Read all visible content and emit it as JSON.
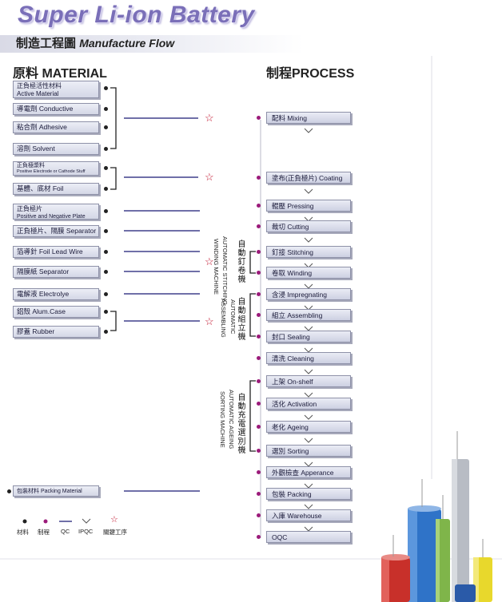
{
  "title": "Super Li-ion Battery",
  "subtitle": {
    "cn": "制造工程圖",
    "en": "Manufacture Flow"
  },
  "headers": {
    "material": "原料 MATERIAL",
    "process": "制程PROCESS"
  },
  "materials": [
    {
      "l1": "正負極活性材料",
      "l2": "Active Material"
    },
    {
      "l1": "導電劑 Conductive",
      "l2": ""
    },
    {
      "l1": "粘合劑 Adhesive",
      "l2": ""
    },
    {
      "l1": "溶劑 Solvent",
      "l2": ""
    },
    {
      "l1": "正負極漿料",
      "l2": "Positive Electrode or Cathode Stuff"
    },
    {
      "l1": "基體、底材 Foil",
      "l2": ""
    },
    {
      "l1": "正負極片",
      "l2": "Positive and Negative Plate"
    },
    {
      "l1": "正負極片、隔膜 Separator",
      "l2": ""
    },
    {
      "l1": "箔導針 Foil Lead Wire",
      "l2": ""
    },
    {
      "l1": "隔膜紙 Separator",
      "l2": ""
    },
    {
      "l1": "電解液 Electrolye",
      "l2": ""
    },
    {
      "l1": "鋁殼 Alum.Case",
      "l2": ""
    },
    {
      "l1": "膠蓋 Rubber",
      "l2": ""
    },
    {
      "l1": "包裝材料 Packing Material",
      "l2": ""
    }
  ],
  "processes": [
    "配料 Mixing",
    "塗布(正負極片) Coating",
    "輥壓 Pressing",
    "裁切 Cutting",
    "釘接 Stitching",
    "卷取 Winding",
    "含浸 Impregnating",
    "組立 Assembling",
    "封口 Sealing",
    "清洗 Cleaning",
    "上架 On-shelf",
    "活化 Activation",
    "老化 Ageing",
    "選別 Sorting",
    "外觀檢查 Apperance",
    "包裝 Packing",
    "入庫 Warehouse",
    "OQC"
  ],
  "machines": [
    {
      "cn": "自動釘卷機",
      "en1": "AUTOMATIC STITCHING",
      "en2": "WINDING MACHINE"
    },
    {
      "cn": "自動組立機",
      "en1": "AUTOMATIC",
      "en2": "ASSEMBLING"
    },
    {
      "cn": "自動充電選別機",
      "en1": "AUTOMATIC AGEING",
      "en2": "SORTING MACHINE"
    }
  ],
  "legend": [
    "材料",
    "制程",
    "QC",
    "IPQC",
    "關鍵工序"
  ],
  "colors": {
    "title": "#7a6fb8",
    "process_dot": "#9b1b7a",
    "qc_line": "#6f6fa8",
    "star": "#c0102a",
    "box_fill": "#d4d7e6"
  }
}
